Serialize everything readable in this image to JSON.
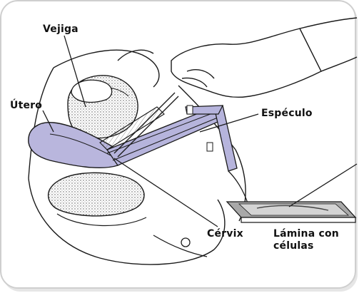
{
  "labels": {
    "vejiga": "Vejiga",
    "utero": "Útero",
    "especulo": "Espéculo",
    "cervix": "Cérvix",
    "lamina_line1": "Lámina con",
    "lamina_line2": "células"
  },
  "colors": {
    "frame_border": "#d2d2d2",
    "frame_shadow": "#cfcfcf",
    "speculum_fill": "#b6b4dc",
    "uterus_fill": "#b9b6dd",
    "line": "#1a1a1a"
  }
}
